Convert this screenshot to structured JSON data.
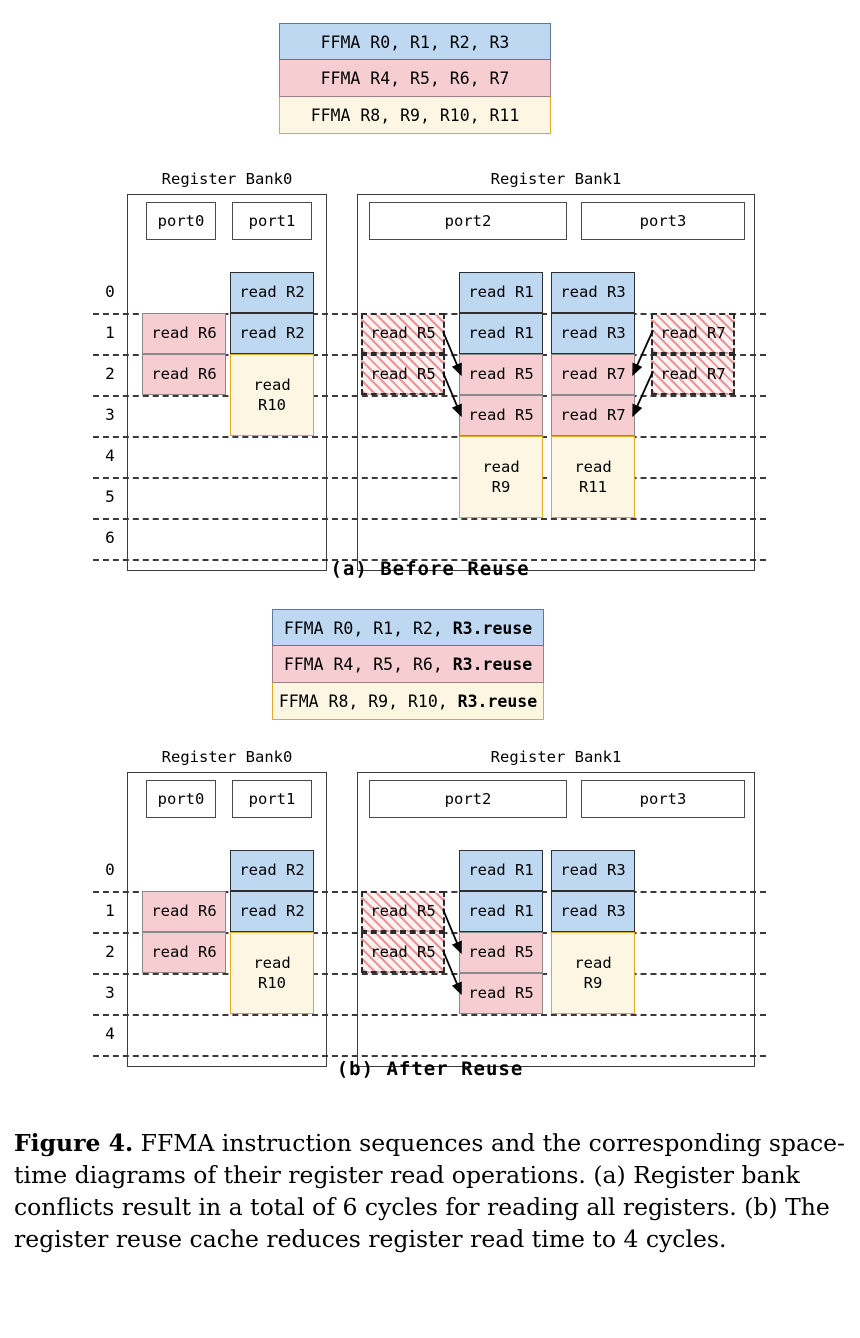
{
  "figure": {
    "label": "Figure 4.",
    "caption_text": " FFMA instruction sequences and the corresponding space-time diagrams of their register read operations. (a) Register bank conflicts result in a total of 6 cycles for reading all registers. (b) The register reuse cache reduces register read time to 4 cycles."
  },
  "colors": {
    "blue_fill": "#bed8f2",
    "red_fill": "#f6cdd0",
    "yellow_fill": "#fcf6e3",
    "yellow_border": "#e0aa24",
    "hatch_red": "#d64646"
  },
  "panel_a": {
    "subcaption": "(a) Before Reuse",
    "instructions": [
      {
        "text": "FFMA R0, R1, R2, R3",
        "color": "blue"
      },
      {
        "text": "FFMA R4, R5, R6, R7",
        "color": "red"
      },
      {
        "text": "FFMA R8, R9, R10, R11",
        "color": "yellow"
      }
    ],
    "bank0": {
      "title": "Register Bank0",
      "ports": [
        "port0",
        "port1"
      ]
    },
    "bank1": {
      "title": "Register Bank1",
      "ports": [
        "port2",
        "port3"
      ]
    },
    "cycles": [
      "0",
      "1",
      "2",
      "3",
      "4",
      "5",
      "6"
    ],
    "total_cycles": 6,
    "cells": {
      "port0": [
        {
          "cycle": 2,
          "span": 1,
          "text": "read R6",
          "style": "red"
        },
        {
          "cycle": 3,
          "span": 1,
          "text": "read R6",
          "style": "red"
        }
      ],
      "port1": [
        {
          "cycle": 1,
          "span": 1,
          "text": "read R2",
          "style": "blue"
        },
        {
          "cycle": 2,
          "span": 1,
          "text": "read R2",
          "style": "blue"
        },
        {
          "cycle": 3,
          "span": 2,
          "text": "read\nR10",
          "style": "yellow"
        }
      ],
      "port2_pending": [
        {
          "cycle": 2,
          "span": 1,
          "text": "read R5",
          "style": "hatch"
        },
        {
          "cycle": 3,
          "span": 1,
          "text": "read R5",
          "style": "hatch"
        }
      ],
      "port2": [
        {
          "cycle": 1,
          "span": 1,
          "text": "read R1",
          "style": "blue"
        },
        {
          "cycle": 2,
          "span": 1,
          "text": "read R1",
          "style": "blue"
        },
        {
          "cycle": 3,
          "span": 1,
          "text": "read R5",
          "style": "red"
        },
        {
          "cycle": 4,
          "span": 1,
          "text": "read R5",
          "style": "red"
        },
        {
          "cycle": 5,
          "span": 2,
          "text": "read\nR9",
          "style": "yellow"
        }
      ],
      "port3": [
        {
          "cycle": 1,
          "span": 1,
          "text": "read R3",
          "style": "blue"
        },
        {
          "cycle": 2,
          "span": 1,
          "text": "read R3",
          "style": "blue"
        },
        {
          "cycle": 3,
          "span": 1,
          "text": "read R7",
          "style": "red"
        },
        {
          "cycle": 4,
          "span": 1,
          "text": "read R7",
          "style": "red"
        },
        {
          "cycle": 5,
          "span": 2,
          "text": "read\nR11",
          "style": "yellow"
        }
      ],
      "port3_pending": [
        {
          "cycle": 2,
          "span": 1,
          "text": "read R7",
          "style": "hatch"
        },
        {
          "cycle": 3,
          "span": 1,
          "text": "read R7",
          "style": "hatch"
        }
      ]
    }
  },
  "panel_b": {
    "subcaption": "(b) After Reuse",
    "instructions": [
      {
        "text_plain": "FFMA R0, R1, R2, ",
        "text_bold": "R3.reuse",
        "color": "blue"
      },
      {
        "text_plain": "FFMA R4, R5, R6, ",
        "text_bold": "R3.reuse",
        "color": "red"
      },
      {
        "text_plain": "FFMA R8, R9, R10, ",
        "text_bold": "R3.reuse",
        "color": "yellow"
      }
    ],
    "bank0": {
      "title": "Register Bank0",
      "ports": [
        "port0",
        "port1"
      ]
    },
    "bank1": {
      "title": "Register Bank1",
      "ports": [
        "port2",
        "port3"
      ]
    },
    "cycles": [
      "0",
      "1",
      "2",
      "3",
      "4"
    ],
    "total_cycles": 4,
    "cells": {
      "port0": [
        {
          "cycle": 2,
          "span": 1,
          "text": "read R6",
          "style": "red"
        },
        {
          "cycle": 3,
          "span": 1,
          "text": "read R6",
          "style": "red"
        }
      ],
      "port1": [
        {
          "cycle": 1,
          "span": 1,
          "text": "read R2",
          "style": "blue"
        },
        {
          "cycle": 2,
          "span": 1,
          "text": "read R2",
          "style": "blue"
        },
        {
          "cycle": 3,
          "span": 2,
          "text": "read\nR10",
          "style": "yellow"
        }
      ],
      "port2_pending": [
        {
          "cycle": 2,
          "span": 1,
          "text": "read R5",
          "style": "hatch"
        },
        {
          "cycle": 3,
          "span": 1,
          "text": "read R5",
          "style": "hatch"
        }
      ],
      "port2": [
        {
          "cycle": 1,
          "span": 1,
          "text": "read R1",
          "style": "blue"
        },
        {
          "cycle": 2,
          "span": 1,
          "text": "read R1",
          "style": "blue"
        },
        {
          "cycle": 3,
          "span": 1,
          "text": "read R5",
          "style": "red"
        },
        {
          "cycle": 4,
          "span": 1,
          "text": "read R5",
          "style": "red"
        }
      ],
      "port3": [
        {
          "cycle": 1,
          "span": 1,
          "text": "read R3",
          "style": "blue"
        },
        {
          "cycle": 2,
          "span": 1,
          "text": "read R3",
          "style": "blue"
        },
        {
          "cycle": 3,
          "span": 2,
          "text": "read\nR9",
          "style": "yellow"
        }
      ],
      "port3_pending": []
    }
  }
}
